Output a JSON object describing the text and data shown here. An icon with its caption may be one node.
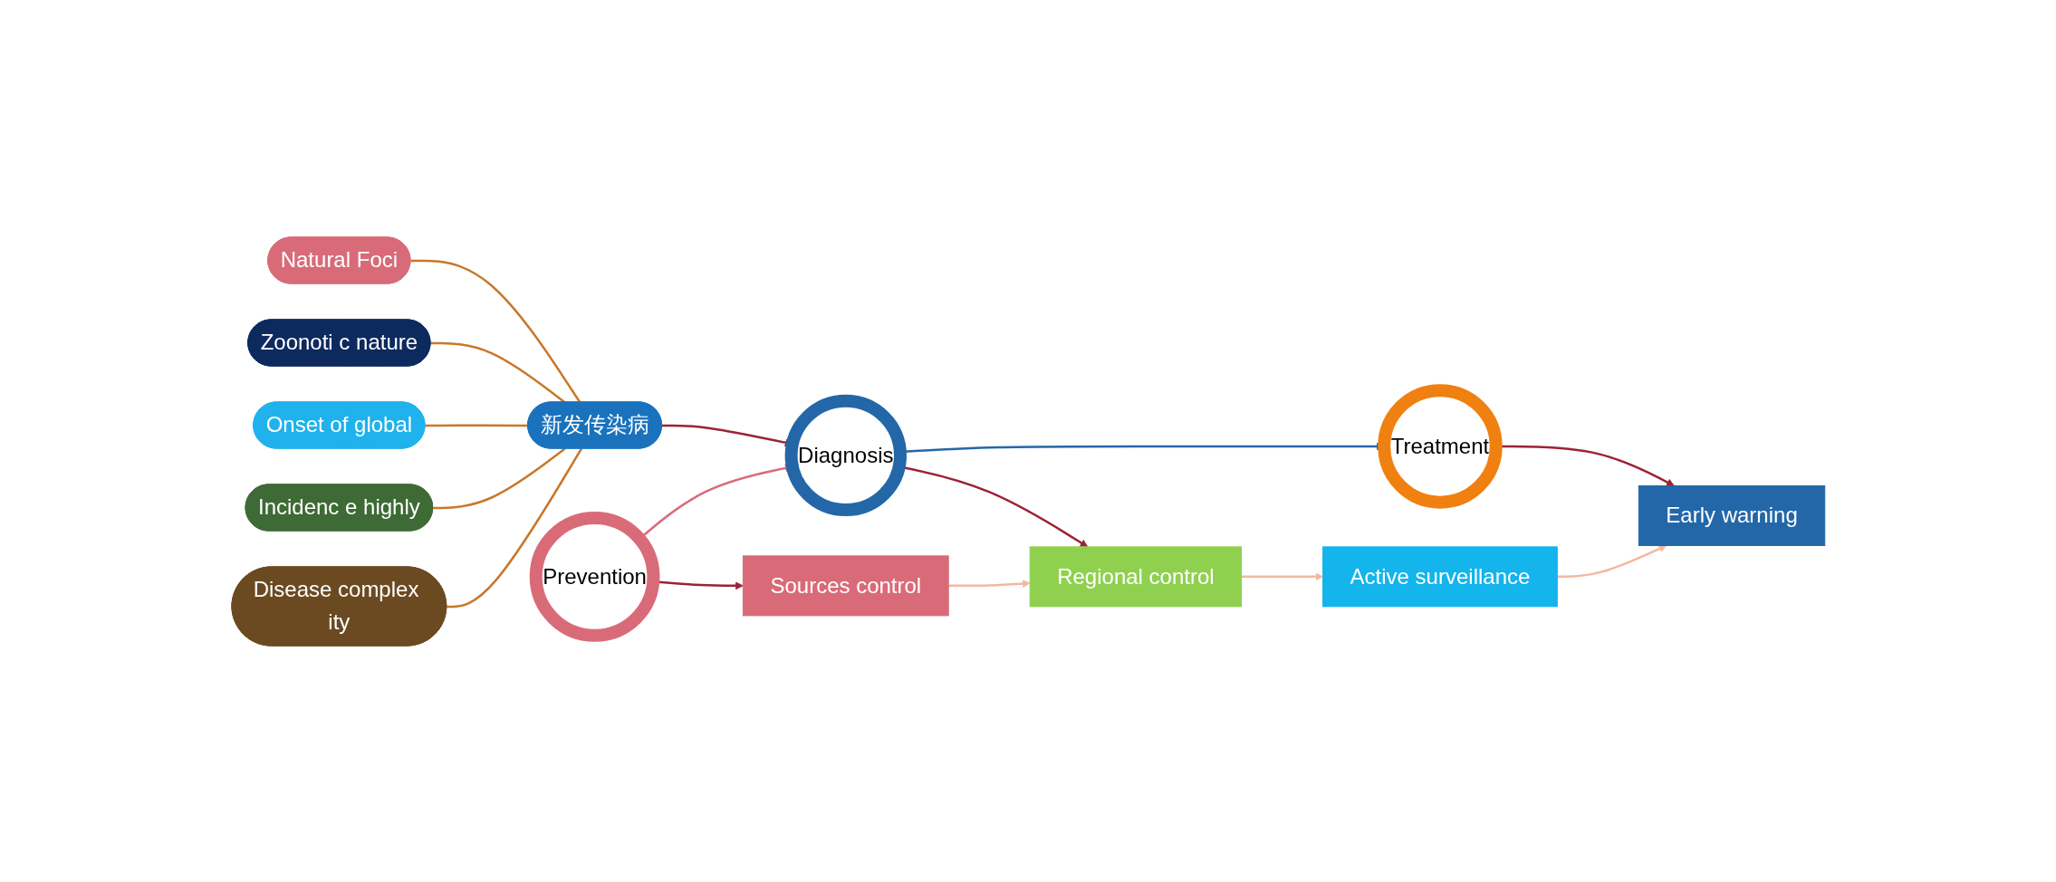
{
  "diagram": {
    "nodes": [
      {
        "text": [
          "Natural Foci"
        ]
      },
      {
        "text": [
          "Zoonoti c nature"
        ]
      },
      {
        "text": [
          "Onset of global"
        ]
      },
      {
        "text": [
          "Incidenc e highly"
        ]
      },
      {
        "text": [
          "Disease complex ity"
        ]
      },
      {
        "text": [
          "新发传染病"
        ]
      },
      {
        "text": [
          "Prevention"
        ]
      },
      {
        "text": [
          "Diagnosis"
        ]
      },
      {
        "text": [
          "Treatment"
        ]
      },
      {
        "text": [
          "Sources control"
        ]
      },
      {
        "text": [
          "Regional control"
        ]
      },
      {
        "text": [
          "Active surveillance"
        ]
      },
      {
        "text": [
          "Early warning"
        ]
      }
    ],
    "edges": [
      {
        "from": 0,
        "to": 5,
        "arrow": "none"
      },
      {
        "from": 1,
        "to": 5,
        "arrow": "none"
      },
      {
        "from": 2,
        "to": 5,
        "arrow": "none"
      },
      {
        "from": 3,
        "to": 5,
        "arrow": "none"
      },
      {
        "from": 4,
        "to": 5,
        "arrow": "none"
      },
      {
        "from": 5,
        "to": 7,
        "arrow": "to",
        "color": "#9b2335"
      },
      {
        "from": 6,
        "to": 7,
        "arrow": "to",
        "color": "#d96b78"
      },
      {
        "from": 7,
        "to": 8,
        "arrow": "to",
        "color": "#2467a8"
      },
      {
        "from": 6,
        "to": 9,
        "arrow": "to",
        "color": "#9b2335"
      },
      {
        "from": 7,
        "to": 10,
        "arrow": "to",
        "color": "#9b2335"
      },
      {
        "from": 8,
        "to": 12,
        "arrow": "to",
        "color": "#9b2335"
      },
      {
        "from": 9,
        "to": 10,
        "arrow": "to",
        "color": "#f4b8a0"
      },
      {
        "from": 10,
        "to": 11,
        "arrow": "to",
        "color": "#f4b8a0"
      },
      {
        "from": 11,
        "to": 12,
        "arrow": "to",
        "color": "#f4b8a0"
      }
    ]
  }
}
